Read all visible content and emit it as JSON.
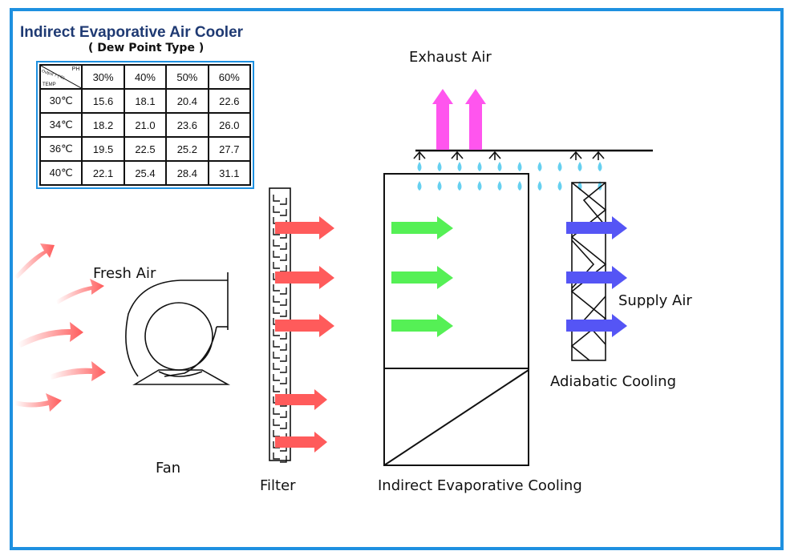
{
  "header": {
    "title": "Indirect Evaporative Air Cooler",
    "subtitle": "( Dew Point Type )"
  },
  "table": {
    "corner": {
      "col_label": "PH",
      "diag_label": "Output T (°C)",
      "row_label": "TEMP"
    },
    "columns": [
      "30%",
      "40%",
      "50%",
      "60%"
    ],
    "rows": [
      {
        "temp": "30℃",
        "values": [
          "15.6",
          "18.1",
          "20.4",
          "22.6"
        ]
      },
      {
        "temp": "34℃",
        "values": [
          "18.2",
          "21.0",
          "23.6",
          "26.0"
        ]
      },
      {
        "temp": "36℃",
        "values": [
          "19.5",
          "22.5",
          "25.2",
          "27.7"
        ]
      },
      {
        "temp": "40℃",
        "values": [
          "22.1",
          "25.4",
          "28.4",
          "31.1"
        ]
      }
    ]
  },
  "labels": {
    "exhaust_air": "Exhaust Air",
    "fresh_air": "Fresh Air",
    "supply_air": "Supply Air",
    "adiabatic_cooling": "Adiabatic Cooling",
    "fan": "Fan",
    "filter": "Filter",
    "indirect_cooling": "Indirect Evaporative Cooling"
  },
  "colors": {
    "frame": "#1e90e0",
    "title": "#1f3a73",
    "fresh_arrow": "#ff5b5b",
    "green_arrow": "#55f055",
    "blue_arrow": "#5555f5",
    "exhaust_arrow": "#ff55ee",
    "water_drop": "#66d0f0"
  }
}
